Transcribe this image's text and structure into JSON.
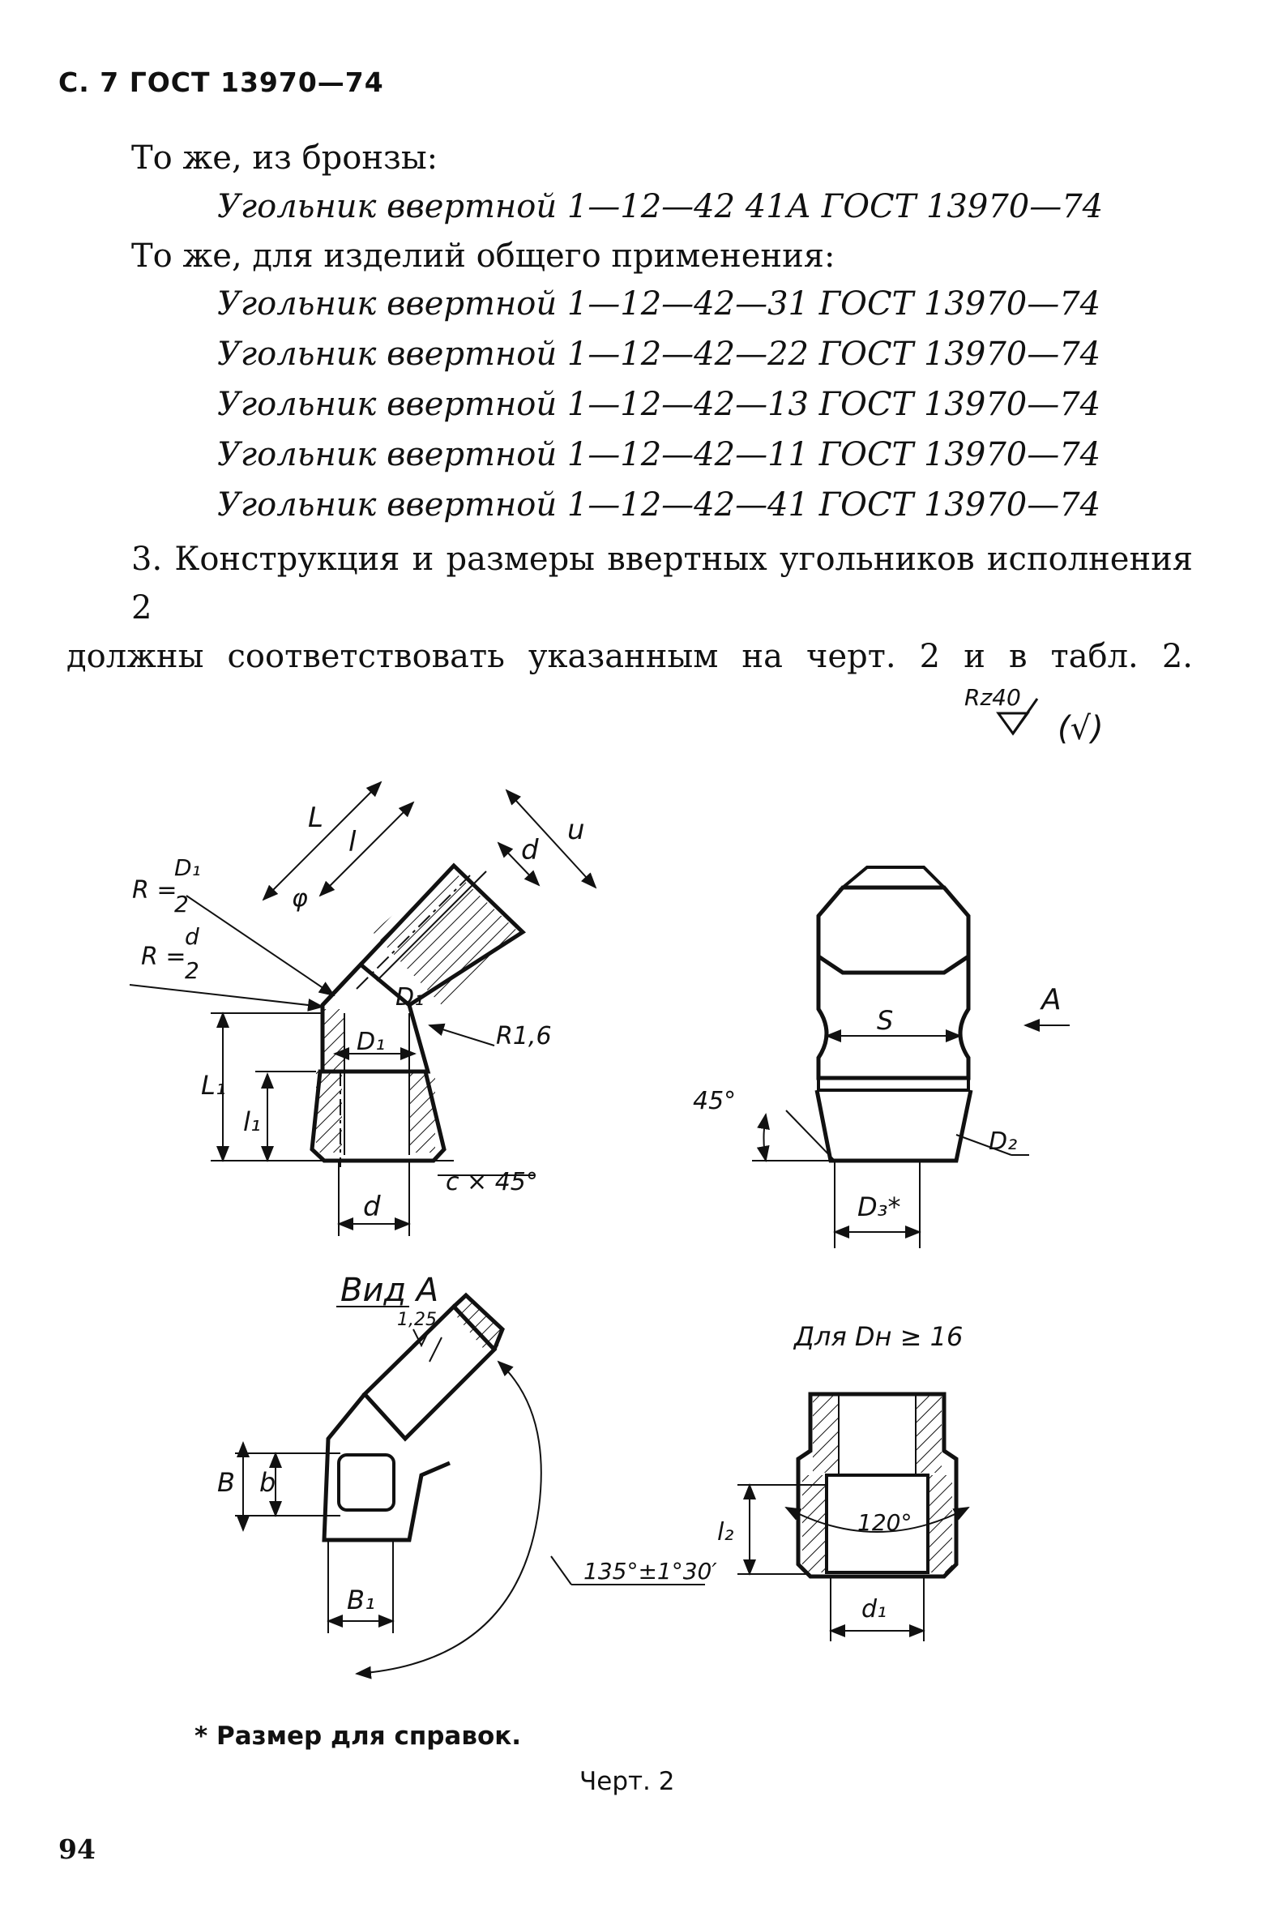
{
  "header": "С. 7 ГОСТ 13970—74",
  "page_number": "94",
  "paragraph_bronze": "То же, из бронзы:",
  "designation_bronze": "Угольник ввертной 1—12—42 41А ГОСТ 13970—74",
  "paragraph_general": "То же, для изделий общего применения:",
  "designations_general": [
    "Угольник ввертной 1—12—42—31 ГОСТ 13970—74",
    "Угольник ввертной 1—12—42—22 ГОСТ 13970—74",
    "Угольник ввертной 1—12—42—13 ГОСТ 13970—74",
    "Угольник ввертной 1—12—42—11 ГОСТ 13970—74",
    "Угольник ввертной 1—12—42—41 ГОСТ 13970—74"
  ],
  "clause_3": {
    "line1": "3. Конструкция и размеры ввертных угольников исполнения 2",
    "line2": "должны соответствовать указанным на черт. 2 и в табл. 2."
  },
  "roughness": {
    "label": "Rz40",
    "bracket": "(√)"
  },
  "drawing": {
    "main_view_labels": {
      "L": "L",
      "l": "l",
      "phi": "φ",
      "u": "u",
      "d_top": "d",
      "R_D1": "R =",
      "R_D1_frac_num": "D₁",
      "R_D1_frac_den": "2",
      "R_d": "R =",
      "R_d_frac_num": "d",
      "R_d_frac_den": "2",
      "D1_diag": "D₁",
      "D1": "D₁",
      "R16": "R1,6",
      "L1": "L₁",
      "l1": "l₁",
      "d": "d",
      "chamfer": "c × 45°"
    },
    "side_view_labels": {
      "S": "S",
      "A": "A",
      "angle45": "45°",
      "D2": "D₂",
      "D3": "D₃*"
    },
    "view_a_labels": {
      "title": "Вид А",
      "rough": "1,25",
      "B": "B",
      "b": "b",
      "B1": "B₁",
      "angle": "135°±1°30′"
    },
    "section_labels": {
      "title": "Для  Dн ≥ 16",
      "l2": "l₂",
      "angle": "120°",
      "d1": "d₁"
    }
  },
  "note": "* Размер для справок.",
  "caption": "Черт. 2"
}
